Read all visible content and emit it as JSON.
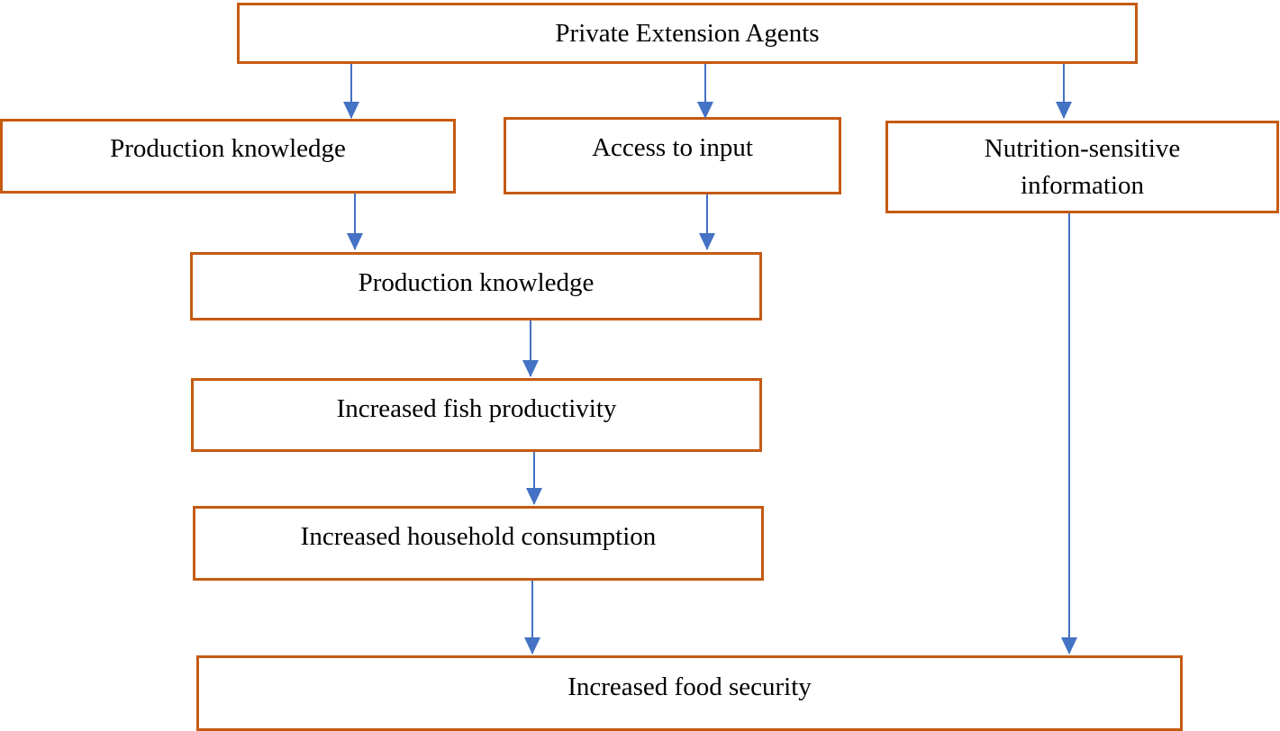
{
  "diagram": {
    "nodes": [
      {
        "id": "top",
        "text": "Private Extension Agents"
      },
      {
        "id": "prod1",
        "text": "Production knowledge"
      },
      {
        "id": "access",
        "text": "Access to input"
      },
      {
        "id": "nutri",
        "text": "Nutrition-sensitive information",
        "lines": [
          "Nutrition-sensitive",
          "information"
        ]
      },
      {
        "id": "prod2",
        "text": "Production knowledge"
      },
      {
        "id": "fish",
        "text": "Increased fish productivity"
      },
      {
        "id": "cons",
        "text": "Increased household consumption"
      },
      {
        "id": "food",
        "text": "Increased food security"
      }
    ],
    "edges": [
      {
        "from": "top",
        "to": "prod1"
      },
      {
        "from": "top",
        "to": "access"
      },
      {
        "from": "top",
        "to": "nutri"
      },
      {
        "from": "prod1",
        "to": "prod2"
      },
      {
        "from": "access",
        "to": "prod2"
      },
      {
        "from": "prod2",
        "to": "fish"
      },
      {
        "from": "fish",
        "to": "cons"
      },
      {
        "from": "cons",
        "to": "food"
      },
      {
        "from": "nutri",
        "to": "food"
      }
    ],
    "colors": {
      "box_border": "#c55a11",
      "arrow": "#4472c4"
    }
  }
}
